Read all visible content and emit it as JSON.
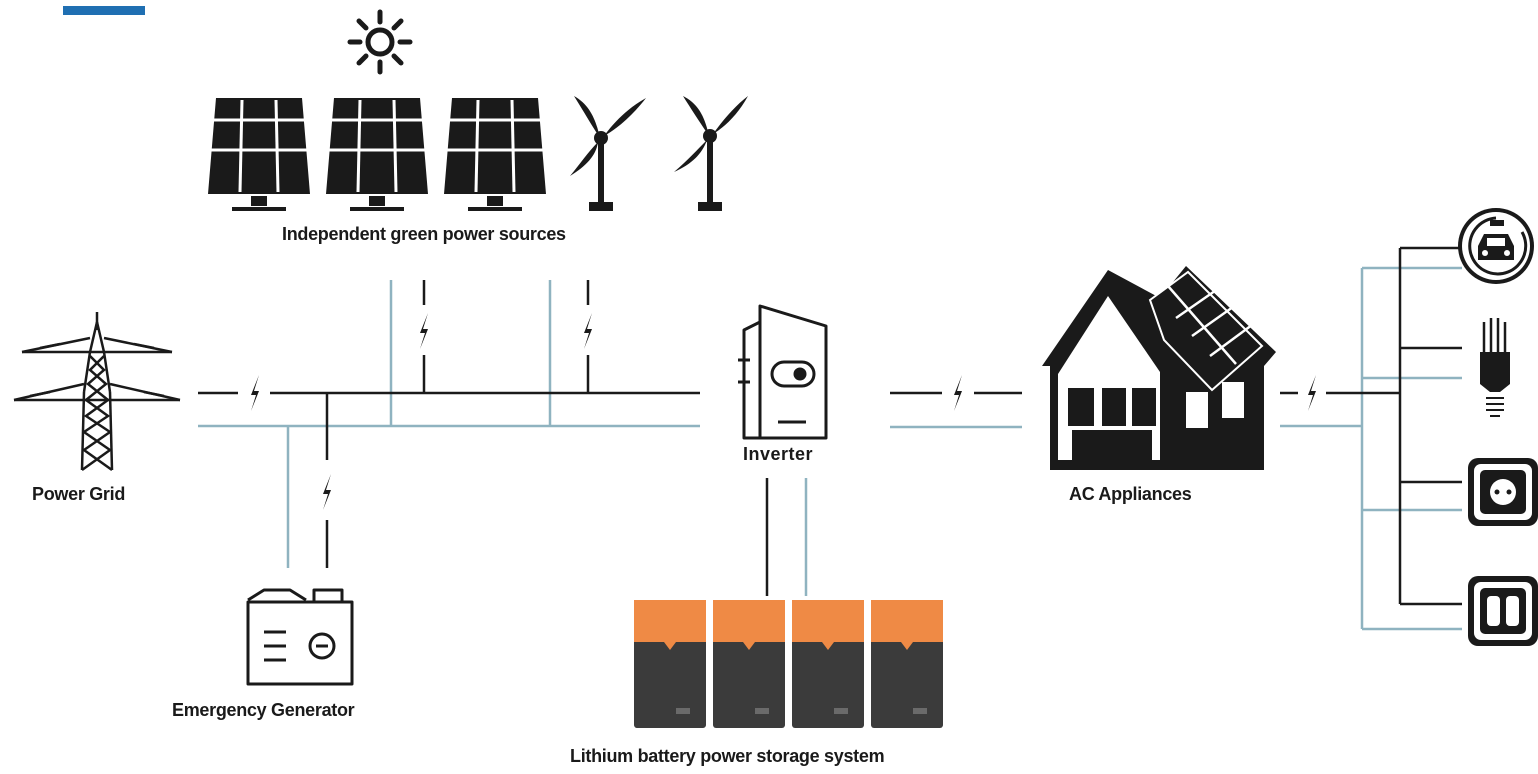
{
  "labels": {
    "green_sources": "Independent green power sources",
    "power_grid": "Power Grid",
    "inverter": "Inverter",
    "ac_appliances": "AC Appliances",
    "emergency_generator": "Emergency Generator",
    "battery_system": "Lithium battery power storage system"
  },
  "colors": {
    "line_dark": "#1a1a1a",
    "line_blue": "#8fb3c0",
    "accent_blue": "#1f6fb2",
    "battery_orange": "#ef8a45",
    "battery_gray": "#3b3b3b"
  },
  "icons": [
    "sun-icon",
    "solar-panel-icon",
    "wind-turbine-icon",
    "transmission-tower-icon",
    "lightning-bolt-icon",
    "inverter-icon",
    "house-icon",
    "generator-icon",
    "battery-module-icon",
    "ev-charger-icon",
    "light-bulb-icon",
    "power-socket-icon",
    "switch-icon"
  ]
}
